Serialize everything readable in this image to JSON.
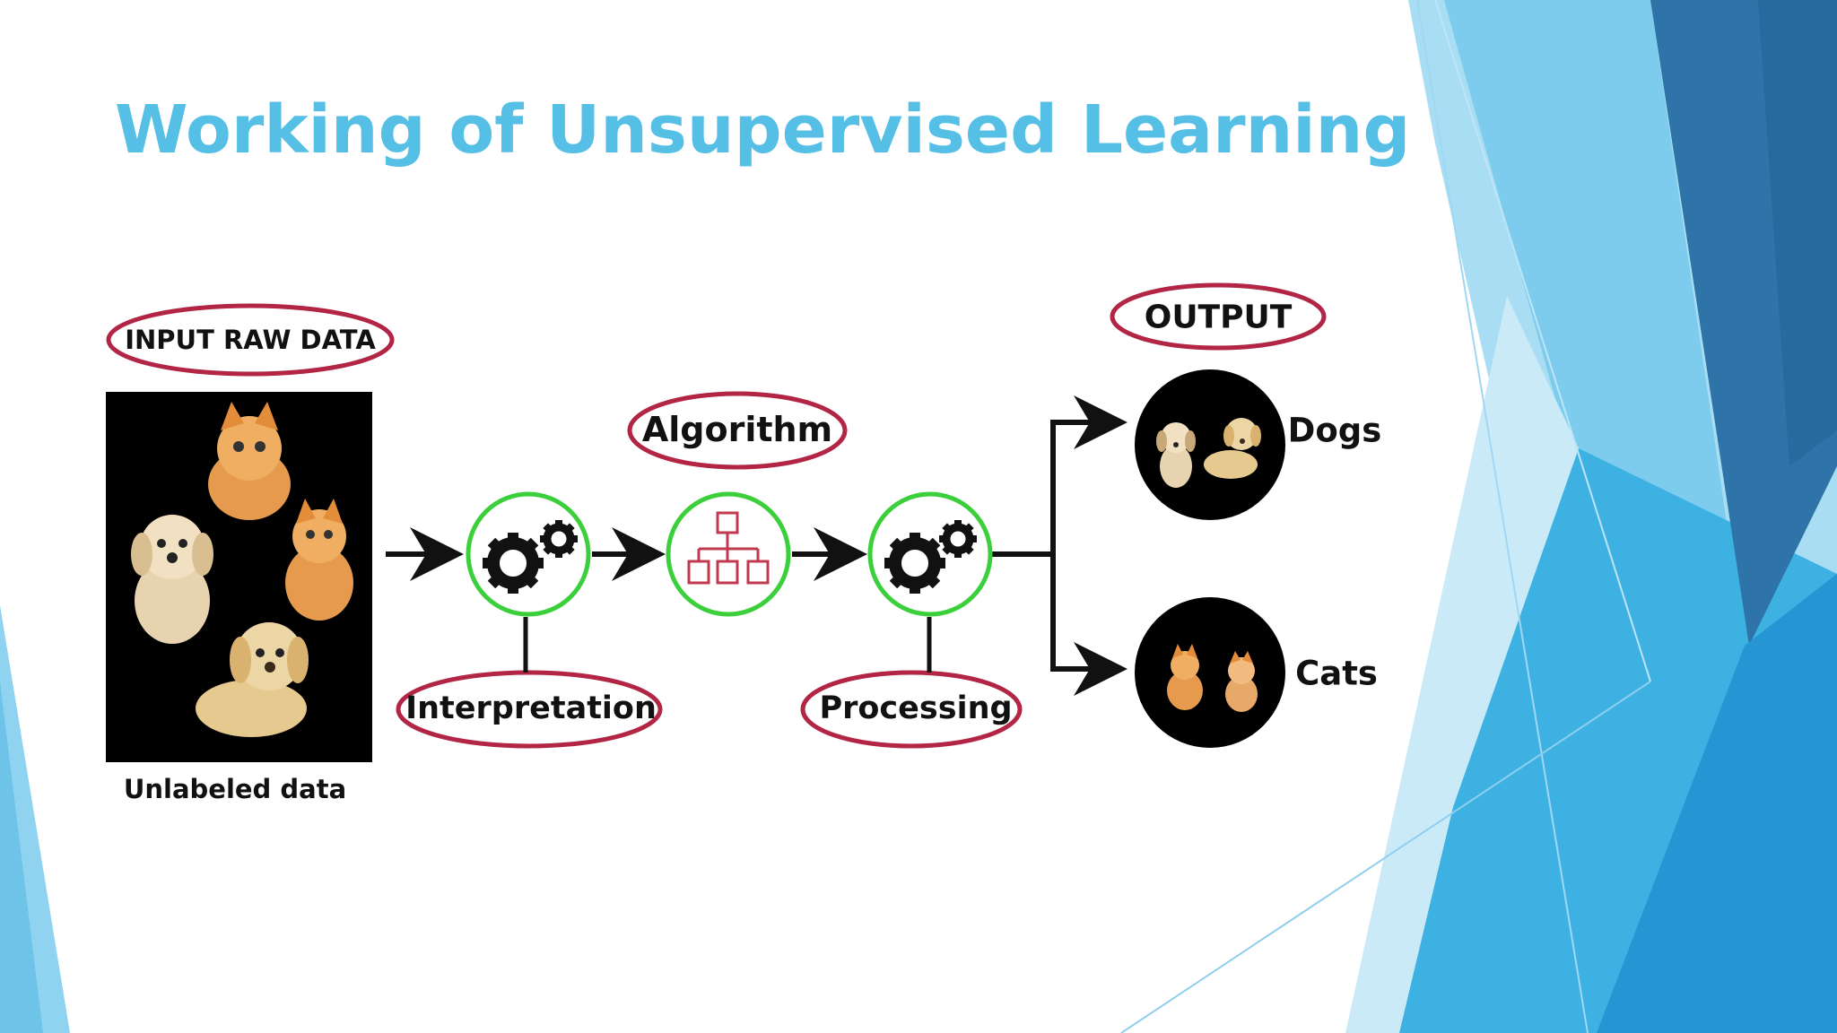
{
  "slide": {
    "title": "Working of Unsupervised Learning"
  },
  "diagram": {
    "input_label": "INPUT RAW DATA",
    "input_caption": "Unlabeled data",
    "step1_label": "Interpretation",
    "step2_label": "Algorithm",
    "step3_label": "Processing",
    "output_label": "OUTPUT",
    "output_groups": [
      "Dogs",
      "Cats"
    ]
  },
  "icons": {
    "step1": "gears-icon",
    "step2": "hierarchy-icon",
    "step3": "gears-icon"
  },
  "colors": {
    "title": "#55BFE6",
    "oval_border": "#B22545",
    "node_ring": "#3CCF3C",
    "image_bg": "#000000",
    "hierarchy_icon": "#C0394F"
  }
}
